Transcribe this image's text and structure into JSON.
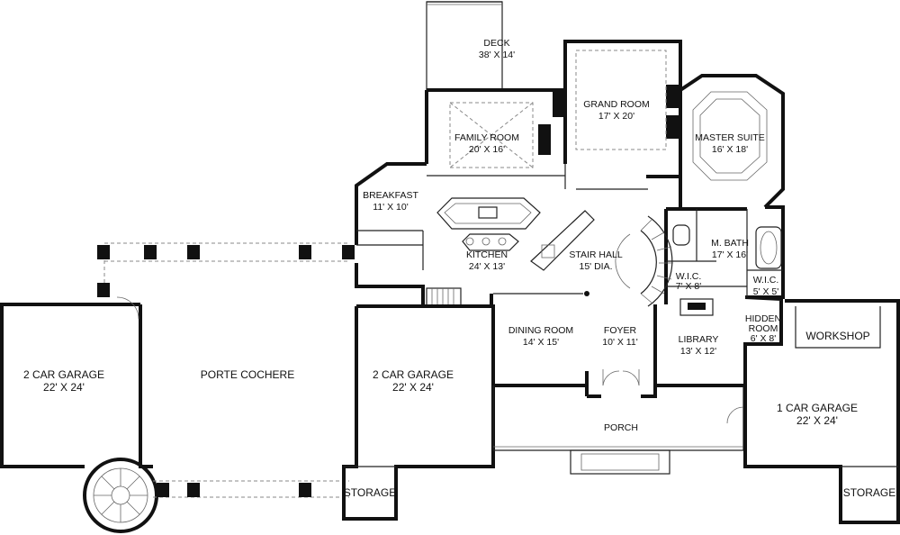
{
  "rooms": {
    "deck": {
      "name": "DECK",
      "dims": "38' X 14'"
    },
    "grand_room": {
      "name": "GRAND ROOM",
      "dims": "17' X 20'"
    },
    "family_room": {
      "name": "FAMILY ROOM",
      "dims": "20' X 16'"
    },
    "master_suite": {
      "name": "MASTER SUITE",
      "dims": "16' X 18'"
    },
    "breakfast": {
      "name": "BREAKFAST",
      "dims": "11' X 10'"
    },
    "kitchen": {
      "name": "KITCHEN",
      "dims": "24' X 13'"
    },
    "stair_hall": {
      "name": "STAIR HALL",
      "dims": "15' DIA."
    },
    "m_bath": {
      "name": "M. BATH",
      "dims": "17' X 16'"
    },
    "wic_1": {
      "name": "W.I.C.",
      "dims": "7' X 8'"
    },
    "wic_2": {
      "name": "W.I.C.",
      "dims": "5' X 5'"
    },
    "hidden_room": {
      "name_1": "HIDDEN",
      "name_2": "ROOM",
      "dims": "6' X 8'"
    },
    "dining_room": {
      "name": "DINING ROOM",
      "dims": "14' X 15'"
    },
    "foyer": {
      "name": "FOYER",
      "dims": "10' X 11'"
    },
    "library": {
      "name": "LIBRARY",
      "dims": "13' X 12'"
    },
    "workshop": {
      "name": "WORKSHOP"
    },
    "garage_left": {
      "name": "2 CAR GARAGE",
      "dims": "22' X 24'"
    },
    "porte_cochere": {
      "name": "PORTE COCHERE"
    },
    "garage_center": {
      "name": "2 CAR GARAGE",
      "dims": "22' X 24'"
    },
    "garage_right": {
      "name": "1 CAR GARAGE",
      "dims": "22' X 24'"
    },
    "porch": {
      "name": "PORCH"
    },
    "storage_left": {
      "name": "STORAGE"
    },
    "storage_right": {
      "name": "STORAGE"
    }
  }
}
